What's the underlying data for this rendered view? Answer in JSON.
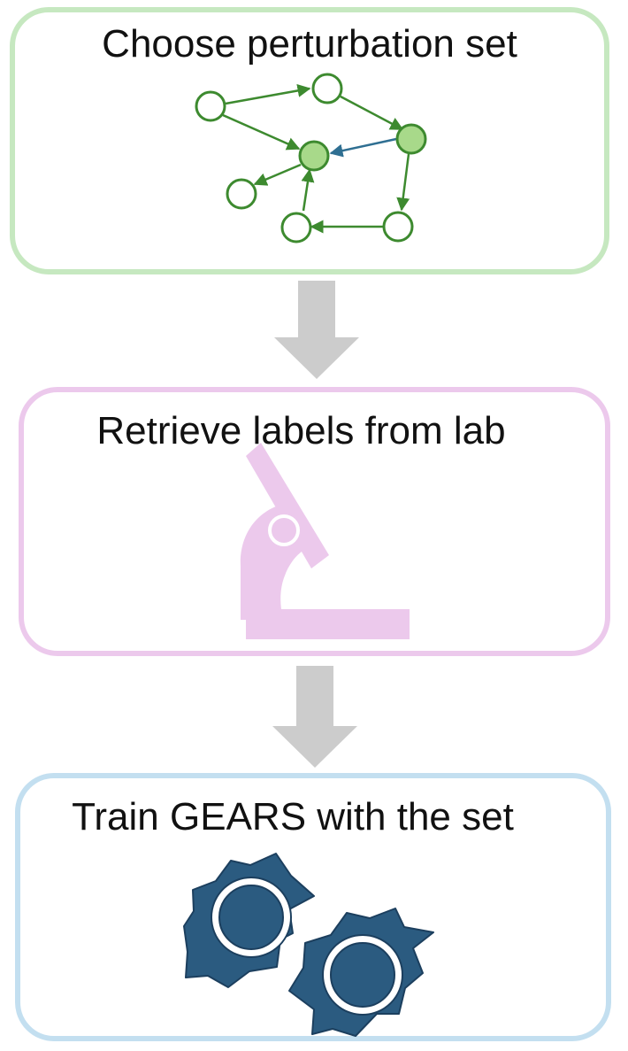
{
  "steps": [
    {
      "title": "Choose perturbation set",
      "icon": "network-graph-icon",
      "border_color": "#c6e8c0"
    },
    {
      "title": "Retrieve labels from lab",
      "icon": "microscope-icon",
      "border_color": "#ecc9ec"
    },
    {
      "title": "Train GEARS with the set",
      "icon": "gears-icon",
      "border_color": "#c3dff0"
    }
  ],
  "colors": {
    "graph_stroke": "#3d8a2f",
    "graph_fill_highlight": "#a8d98a",
    "graph_edge_highlight": "#2f6f92",
    "microscope": "#ecc9ec",
    "gear_fill": "#2b5b80",
    "gear_stroke": "#1c3f5e",
    "arrow": "#cccccc"
  }
}
